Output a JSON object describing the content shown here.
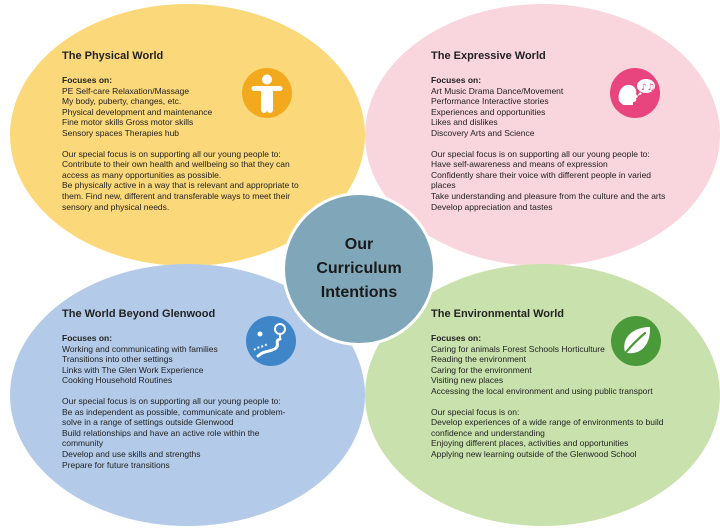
{
  "center": [
    "Our",
    "Curriculum",
    "Intentions"
  ],
  "physical": {
    "title": "The Physical World",
    "focus_heading": "Focuses on:",
    "focus_lines": [
      "PE  Self-care  Relaxation/Massage",
      "My body, puberty, changes, etc.",
      "Physical development and maintenance",
      "Fine motor skills   Gross motor skills",
      "Sensory spaces   Therapies hub"
    ],
    "special_lines": [
      "Our special focus is on supporting all our young people to:",
      "Contribute to their own health and wellbeing so that they can",
      "access as many opportunities as possible.",
      "Be physically active in a way that is relevant and appropriate to",
      "them. Find new, different and transferable ways to meet their",
      "sensory and physical needs."
    ],
    "icon": "person-icon",
    "icon_color": "#f3a91e"
  },
  "expressive": {
    "title": "The Expressive World",
    "focus_heading": "Focuses on:",
    "focus_lines": [
      "Art   Music   Drama   Dance/Movement",
      "Performance   Interactive stories",
      "Experiences and opportunities",
      "Likes and dislikes",
      "Discovery   Arts and Science"
    ],
    "special_lines": [
      "Our special focus is on supporting all our young people to:",
      "Have self-awareness and means of expression",
      "Confidently share their voice with different people in varied",
      "places",
      "Take understanding and pleasure from the culture and the arts",
      "Develop appreciation and tastes"
    ],
    "icon": "speaking-head-music-icon",
    "icon_color": "#e8457e"
  },
  "beyond": {
    "title": "The World Beyond Glenwood",
    "focus_heading": "Focuses on:",
    "focus_lines": [
      "Working and communicating with families",
      "Transitions into other settings",
      "Links with The Glen   Work Experience",
      "Cooking   Household Routines"
    ],
    "special_lines": [
      "Our special focus is on supporting all our young people to:",
      "Be as independent as possible, communicate and problem-",
      "solve in a range of settings outside Glenwood",
      "Build relationships and have an active role within the",
      "community",
      "Develop and use skills and strengths",
      "Prepare for future transitions"
    ],
    "icon": "road-map-icon",
    "icon_color": "#3f86c9"
  },
  "environmental": {
    "title": "The  Environmental World",
    "focus_heading": "Focuses on:",
    "focus_lines": [
      "Caring for animals  Forest Schools Horticulture",
      "Reading the environment",
      "Caring for the environment",
      "Visiting new places",
      "Accessing the local environment and using public transport"
    ],
    "special_lines": [
      "Our special focus is on:",
      "Develop experiences of a wide range of environments to build",
      "confidence and understanding",
      "Enjoying different places, activities and opportunities",
      "Applying new learning outside of the Glenwood School"
    ],
    "icon": "leaf-icon",
    "icon_color": "#4a9a3a"
  }
}
